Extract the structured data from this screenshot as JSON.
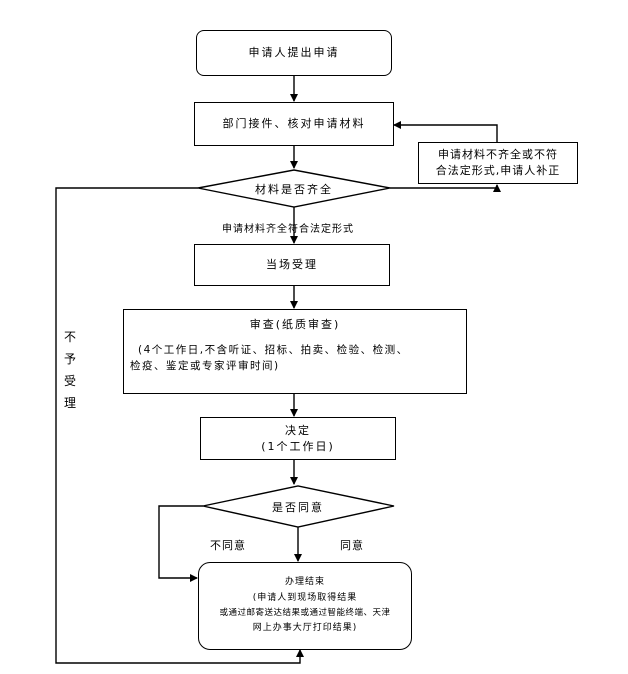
{
  "flowchart": {
    "start": "申请人提出申请",
    "step_check": "部门接件、核对申请材料",
    "decision_complete": "材料是否齐全",
    "supplement_box": {
      "line1": "申请材料不齐全或不符",
      "line2": "合法定形式,申请人补正"
    },
    "label_complete": "申请材料齐全符合法定形式",
    "step_accept": "当场受理",
    "review": {
      "title": "审查(纸质审查)",
      "line1": "(4个工作日,不含听证、招标、拍卖、检验、检测、",
      "line2": "检疫、鉴定或专家评审时间)"
    },
    "decision": {
      "title": "决定",
      "days": "(1个工作日)"
    },
    "decision_agree": "是否同意",
    "label_disagree": "不同意",
    "label_agree": "同意",
    "label_reject": [
      "不",
      "予",
      "受",
      "理"
    ],
    "finish": {
      "line1": "办理结束",
      "line2": "(申请人到现场取得结果",
      "line3": "或通过邮寄送达结果或通过智能终端、天津",
      "line4": "网上办事大厅打印结果)"
    }
  }
}
